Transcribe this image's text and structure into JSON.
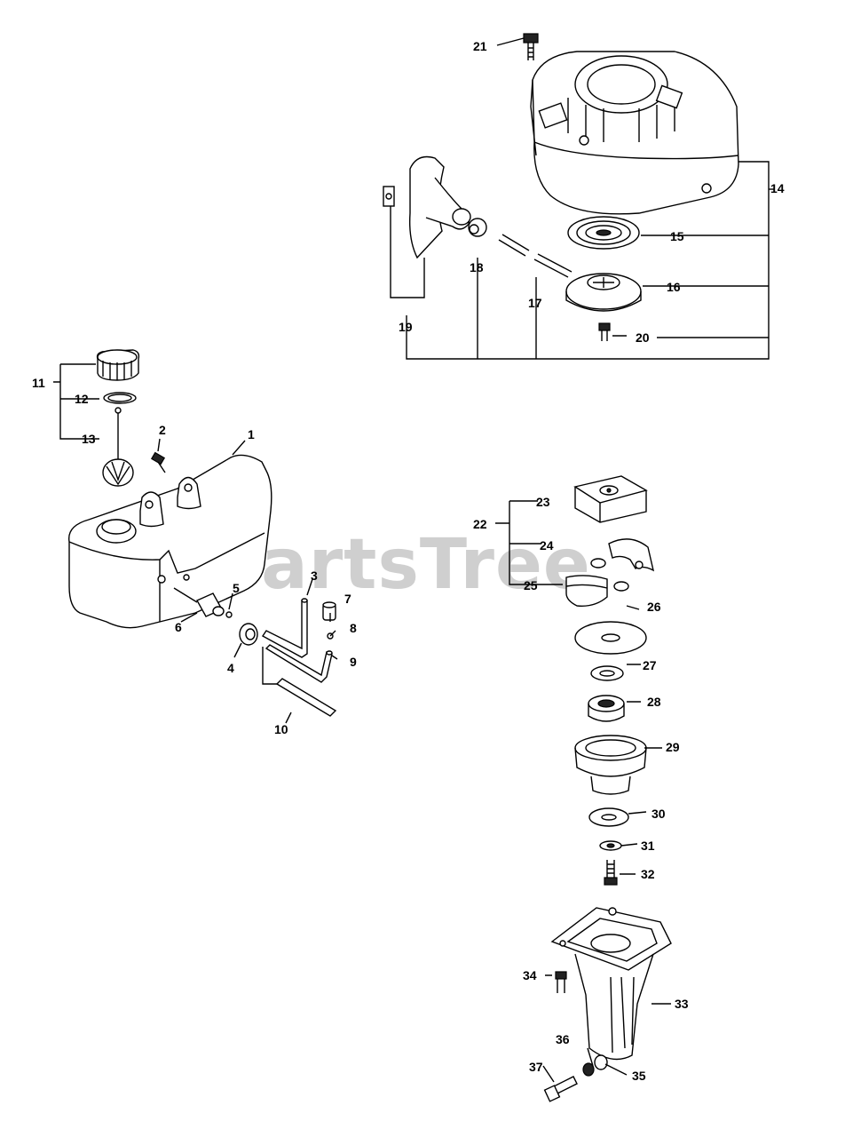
{
  "watermark": "PartsTree",
  "parts": [
    {
      "id": "p1",
      "label": "1"
    },
    {
      "id": "p2",
      "label": "2"
    },
    {
      "id": "p3",
      "label": "3"
    },
    {
      "id": "p4",
      "label": "4"
    },
    {
      "id": "p5",
      "label": "5"
    },
    {
      "id": "p6",
      "label": "6"
    },
    {
      "id": "p7",
      "label": "7"
    },
    {
      "id": "p8",
      "label": "8"
    },
    {
      "id": "p9",
      "label": "9"
    },
    {
      "id": "p10",
      "label": "10"
    },
    {
      "id": "p11",
      "label": "11"
    },
    {
      "id": "p12",
      "label": "12"
    },
    {
      "id": "p13",
      "label": "13"
    },
    {
      "id": "p14",
      "label": "14"
    },
    {
      "id": "p15",
      "label": "15"
    },
    {
      "id": "p16",
      "label": "16"
    },
    {
      "id": "p17",
      "label": "17"
    },
    {
      "id": "p18",
      "label": "18"
    },
    {
      "id": "p19",
      "label": "19"
    },
    {
      "id": "p20",
      "label": "20"
    },
    {
      "id": "p21",
      "label": "21"
    },
    {
      "id": "p22",
      "label": "22"
    },
    {
      "id": "p23",
      "label": "23"
    },
    {
      "id": "p24",
      "label": "24"
    },
    {
      "id": "p25",
      "label": "25"
    },
    {
      "id": "p26",
      "label": "26"
    },
    {
      "id": "p27",
      "label": "27"
    },
    {
      "id": "p28",
      "label": "28"
    },
    {
      "id": "p29",
      "label": "29"
    },
    {
      "id": "p30",
      "label": "30"
    },
    {
      "id": "p31",
      "label": "31"
    },
    {
      "id": "p32",
      "label": "32"
    },
    {
      "id": "p33",
      "label": "33"
    },
    {
      "id": "p34",
      "label": "34"
    },
    {
      "id": "p35",
      "label": "35"
    },
    {
      "id": "p36",
      "label": "36"
    },
    {
      "id": "p37",
      "label": "37"
    }
  ]
}
